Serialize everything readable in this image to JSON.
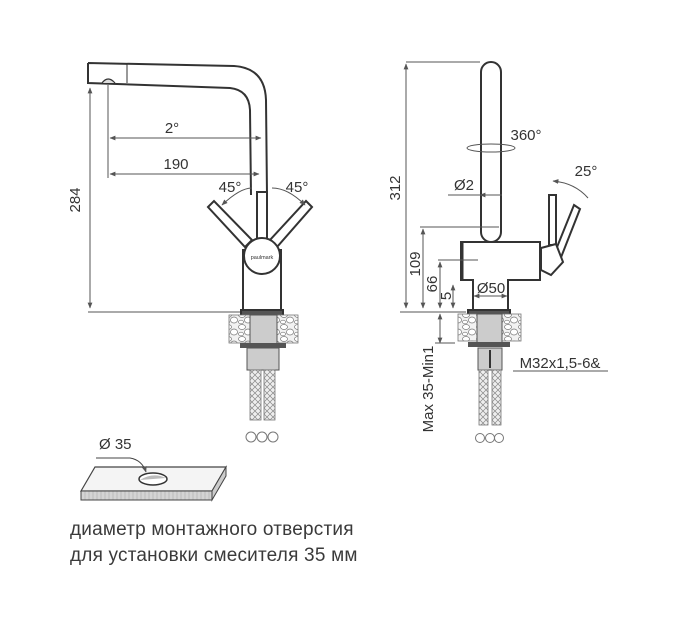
{
  "front_view": {
    "height_label": "284",
    "spout_reach_angle_label": "2°",
    "spout_reach_label": "190",
    "left_handle_angle_label": "45°",
    "right_handle_angle_label": "45°",
    "brand_logo_text": "paulmark"
  },
  "side_view": {
    "total_height_label": "312",
    "rotation_label": "360°",
    "spout_diameter_label": "Ø2",
    "lever_angle_label": "25°",
    "body_height_label": "109",
    "body_mid_label": "66",
    "base_label": "5",
    "base_diameter_label": "Ø50",
    "counter_thickness_label": "Max 35-Min1",
    "thread_label": "M32x1,5-6&"
  },
  "hole_detail": {
    "diameter_label": "Ø 35"
  },
  "caption": {
    "line1": "диаметр монтажного отверстия",
    "line2": "для установки смесителя 35 мм"
  },
  "colors": {
    "line": "#333333",
    "dim_line": "#555555",
    "fill_gray": "#d8d8d8"
  }
}
